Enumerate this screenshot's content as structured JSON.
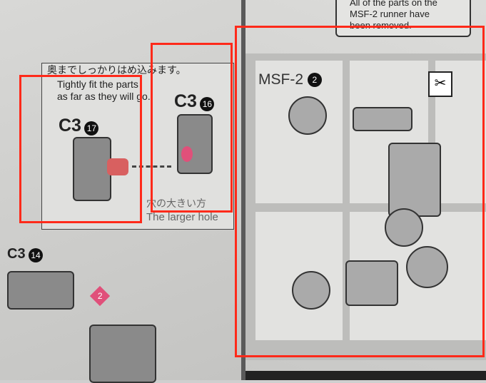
{
  "left": {
    "jp_instruction": "奥までしっかりはめ込みます。",
    "en_instruction_1": "Tightly fit the parts",
    "en_instruction_2": "as far as they will go.",
    "part_a": {
      "code": "C3",
      "number": "17"
    },
    "part_b": {
      "code": "C3",
      "number": "16"
    },
    "hole_jp": "穴の大きい方",
    "hole_en": "The larger hole",
    "part_c": {
      "code": "C3",
      "number": "14"
    },
    "step_number": "2"
  },
  "right": {
    "note_1": "All of the parts on the",
    "note_2": "MSF-2 runner have",
    "note_3": "been removed.",
    "runner_label": "MSF-2",
    "runner_number": "2",
    "cut_icon": "nipper-icon"
  },
  "colors": {
    "highlight": "#ff2a1a",
    "accent_pink": "#e0507a"
  }
}
